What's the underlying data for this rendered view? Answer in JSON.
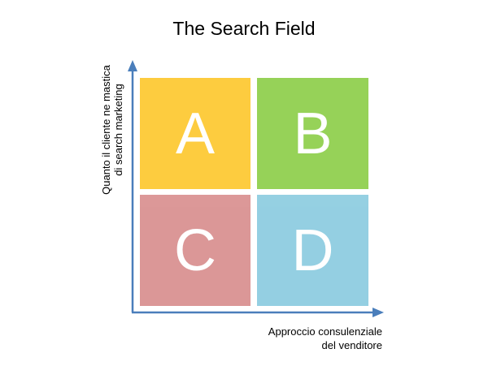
{
  "title": "The Search Field",
  "y_axis": {
    "line1": "Quanto il cliente ne mastica",
    "line2": "di search marketing"
  },
  "x_axis": {
    "line1": "Approccio consulenziale",
    "line2": "del venditore"
  },
  "quadrants": [
    {
      "letter": "A",
      "color": "#fdc82f"
    },
    {
      "letter": "B",
      "color": "#8ecf4a"
    },
    {
      "letter": "C",
      "color": "#d98f8f"
    },
    {
      "letter": "D",
      "color": "#8ccce0"
    }
  ],
  "axis_color": "#4a7ebb"
}
